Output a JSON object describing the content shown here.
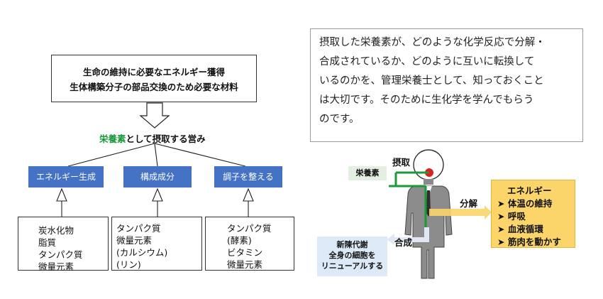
{
  "top_box": {
    "line1": "生命の維持に必要なエネルギー獲得",
    "line2": "生体構築分子の部品交換のため必要な材料"
  },
  "caption": {
    "highlight": "栄養素",
    "rest": "として摂取する営み"
  },
  "categories": [
    {
      "label": "エネルギー生成",
      "items": [
        "炭水化物",
        "脂質",
        "タンパク質",
        "微量元素"
      ]
    },
    {
      "label": "構成成分",
      "items": [
        "タンパク質",
        "微量元素",
        "(カルシウム)",
        "(リン)"
      ]
    },
    {
      "label": "調子を整える",
      "items": [
        "タンパク質",
        "(酵素)",
        "ビタミン",
        "微量元素"
      ]
    }
  ],
  "paragraph": {
    "lines": [
      "摂取した栄養素が、どのような化学反応で分解・",
      "合成されているか、どのように互いに転換して",
      "いるのかを、管理栄養士として、知っておくこと",
      "は大切です。そのために生化学を学んでもらう",
      "のです。"
    ]
  },
  "body_diagram": {
    "intake_label": "摂取",
    "nutrient_label": "栄養素",
    "breakdown_label": "分解",
    "synthesis_label": "合成",
    "energy": {
      "title": "エネルギー",
      "items": [
        "体温の維持",
        "呼吸",
        "血液循環",
        "筋肉を動かす"
      ]
    },
    "renewal": {
      "line1": "新陳代謝",
      "line2": "全身の細胞を",
      "line3": "リニューアルする"
    }
  },
  "colors": {
    "box_blue": "#4472c4",
    "highlight_green": "#1a9a3a",
    "energy_fill": "#fbd56a",
    "renew_fill": "#dce9f7",
    "intake_line": "#1a9a3a"
  }
}
